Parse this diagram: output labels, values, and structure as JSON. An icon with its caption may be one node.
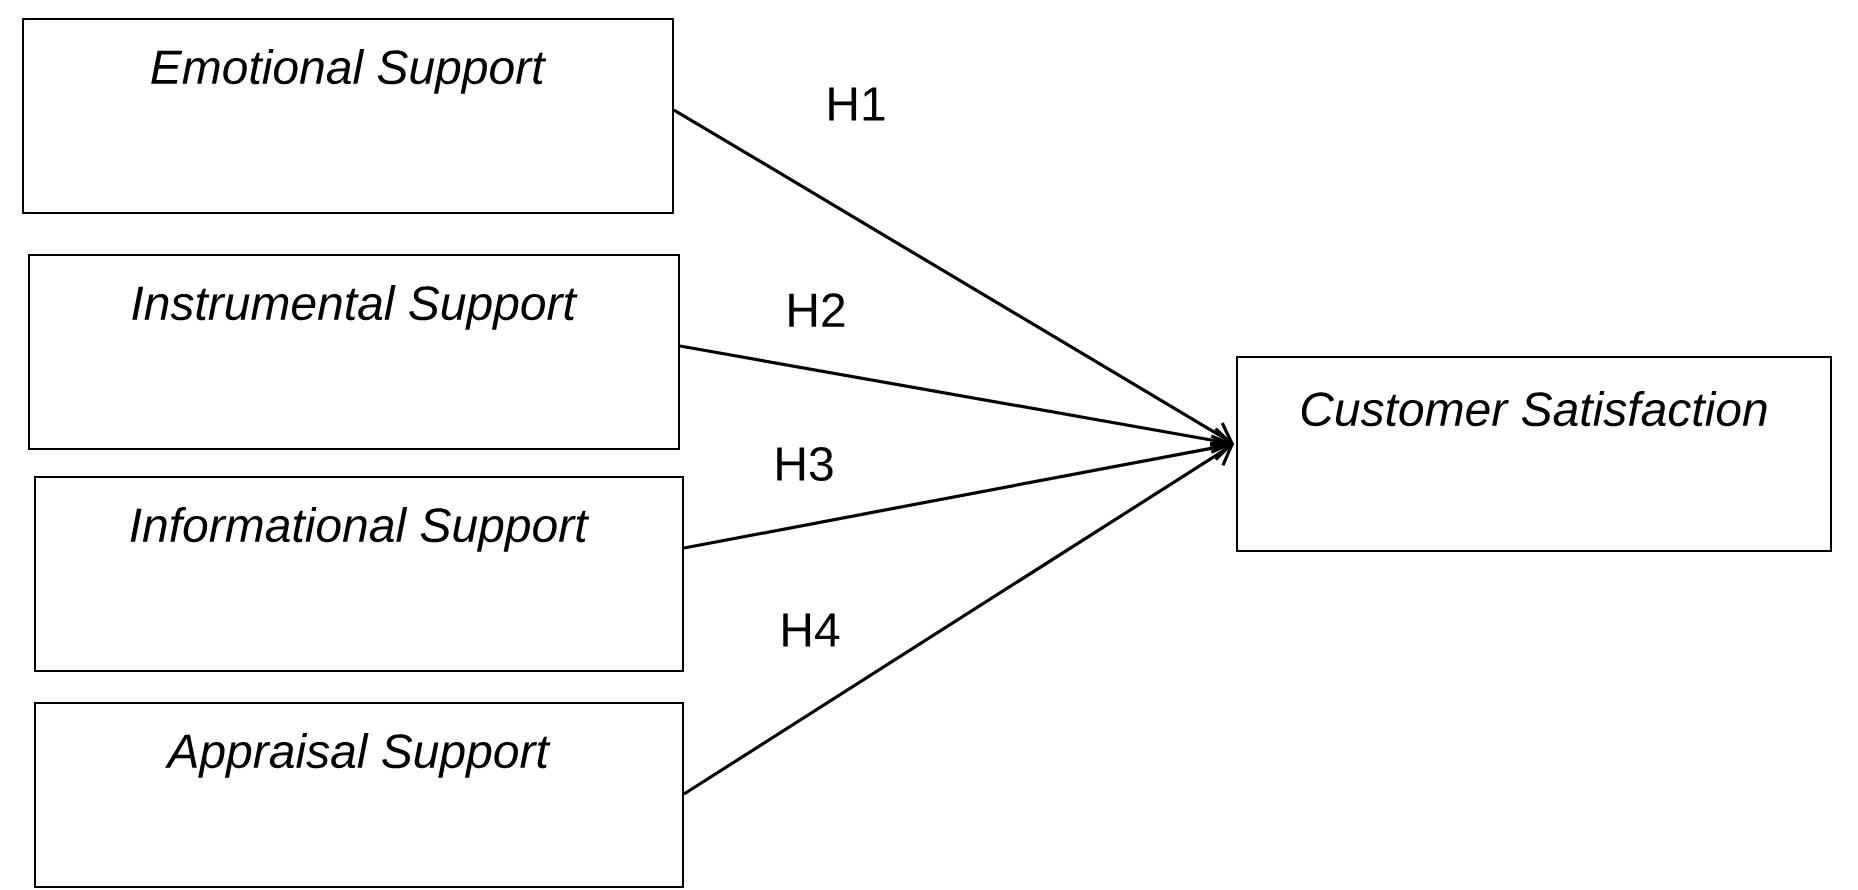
{
  "diagram": {
    "nodes": [
      {
        "text": [
          "*Emotional Support*"
        ]
      },
      {
        "text": [
          "*Instrumental Support*"
        ]
      },
      {
        "text": [
          "*Informational Support*"
        ]
      },
      {
        "text": [
          "*Appraisal Support*"
        ]
      },
      {
        "text": [
          "*Customer Satisfaction*"
        ]
      }
    ],
    "edges": [
      {
        "from": 0,
        "to": 4,
        "arrow": "to",
        "label": "H1"
      },
      {
        "from": 1,
        "to": 4,
        "arrow": "to",
        "label": "H2"
      },
      {
        "from": 2,
        "to": 4,
        "arrow": "to",
        "label": "H3"
      },
      {
        "from": 3,
        "to": 4,
        "arrow": "to",
        "label": "H4"
      }
    ]
  }
}
